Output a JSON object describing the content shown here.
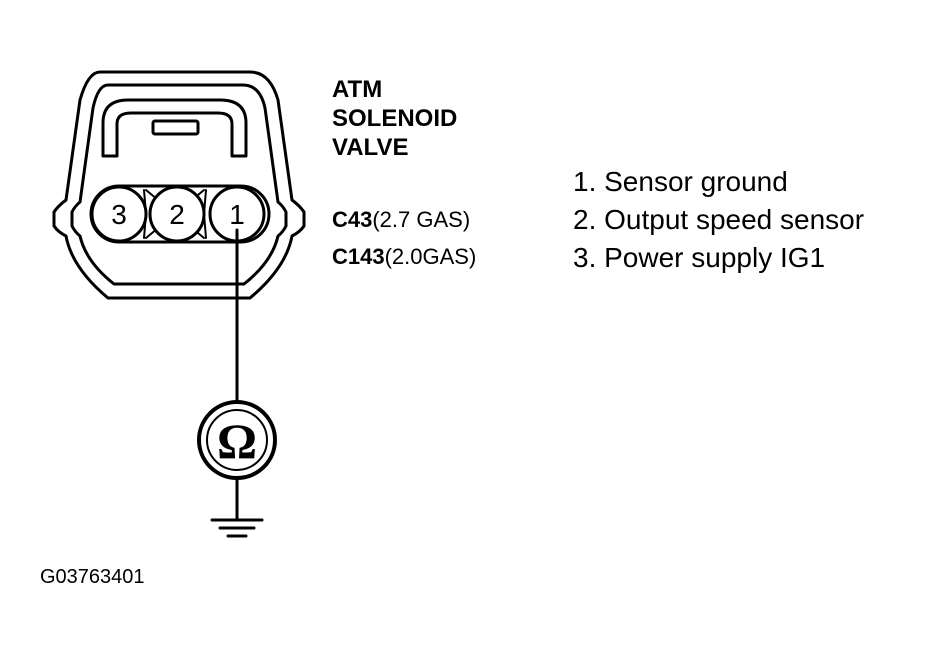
{
  "title_lines": [
    "ATM",
    "SOLENOID",
    "VALVE"
  ],
  "connectors": [
    {
      "code": "C43",
      "spec": "(2.7 GAS)"
    },
    {
      "code": "C143",
      "spec": "(2.0GAS)"
    }
  ],
  "pins": [
    "3",
    "2",
    "1"
  ],
  "meter_symbol": "Ω",
  "legend": [
    "1. Sensor ground",
    "2. Output speed sensor",
    "3. Power supply IG1"
  ],
  "figure_id": "G03763401"
}
